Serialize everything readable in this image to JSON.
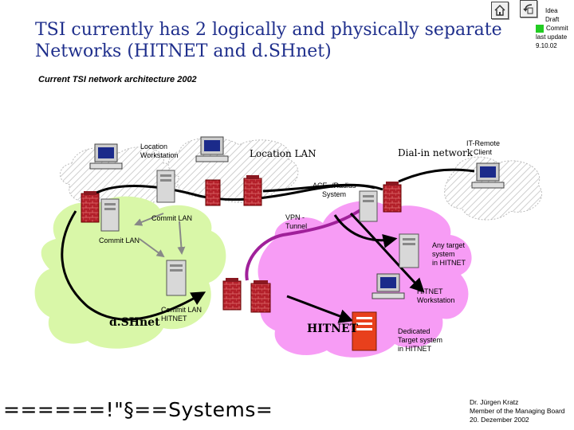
{
  "title_line1": "TSI currently has 2 logically and physically separate",
  "title_line2": "Networks (HITNET and d.SHnet)",
  "subtitle": "Current TSI network architecture 2002",
  "status": {
    "idea": "Idea",
    "draft": "Draft",
    "commit": "Commit",
    "last_update_label": "last update",
    "date": "9.10.02",
    "commit_color": "#22cc22"
  },
  "nav": {
    "home_icon": "home-icon",
    "back_icon": "back-icon"
  },
  "labels": {
    "location_workstation_1": "Location",
    "location_workstation_2": "Workstation",
    "location_lan": "Location LAN",
    "dialin_network": "Dial-in network",
    "it_remote_1": "IT-Remote",
    "it_remote_2": "Client",
    "ace_radius_1": "ACE -/Radius -",
    "ace_radius_2": "System",
    "commit_lan_center": "Commit LAN",
    "vpn_1": "VPN -",
    "vpn_2": "Tunnel",
    "commit_lan_left": "Commit LAN",
    "any_target_1": "Any target",
    "any_target_2": "system",
    "any_target_3": "in HITNET",
    "hitnet_ws_1": "HITNET",
    "hitnet_ws_2": "Workstation",
    "commit_lan_hitnet_1": "Commit LAN",
    "commit_lan_hitnet_2": "HITNET",
    "dshnet": "d.SHnet",
    "hitnet": "HITNET",
    "dedicated_1": "Dedicated",
    "dedicated_2": "Target system",
    "dedicated_3": "in HITNET"
  },
  "colors": {
    "green_cloud": "#d9f7a8",
    "pink_cloud": "#f79cf5",
    "firewall": "#b3202a",
    "title": "#1f2f8c",
    "dedicated_server": "#e8401c"
  },
  "footer": {
    "systems": "======!\"§==Systems=",
    "author": "Dr. Jürgen Kratz",
    "role": "Member of the Managing Board",
    "date": "20. Dezember 2002"
  }
}
